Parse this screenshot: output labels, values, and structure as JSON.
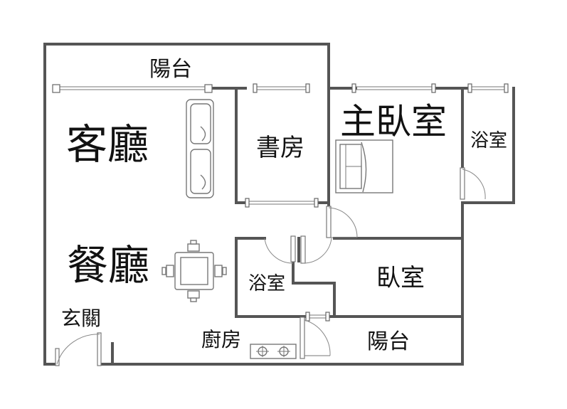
{
  "rooms": {
    "balcony_top": "陽台",
    "living_room": "客廳",
    "study": "書房",
    "master_bedroom": "主臥室",
    "master_bath": "浴室",
    "dining_room": "餐廳",
    "bathroom": "浴室",
    "bedroom": "臥室",
    "entrance": "玄關",
    "kitchen": "廚房",
    "balcony_bottom": "陽台"
  },
  "colors": {
    "wall": "#555555",
    "text": "#111111",
    "background": "#ffffff"
  },
  "icons": [
    "sofa-icon",
    "double-bed-icon",
    "dining-table-icon",
    "gas-stove-icon",
    "door-swing-icon",
    "window-icon"
  ]
}
